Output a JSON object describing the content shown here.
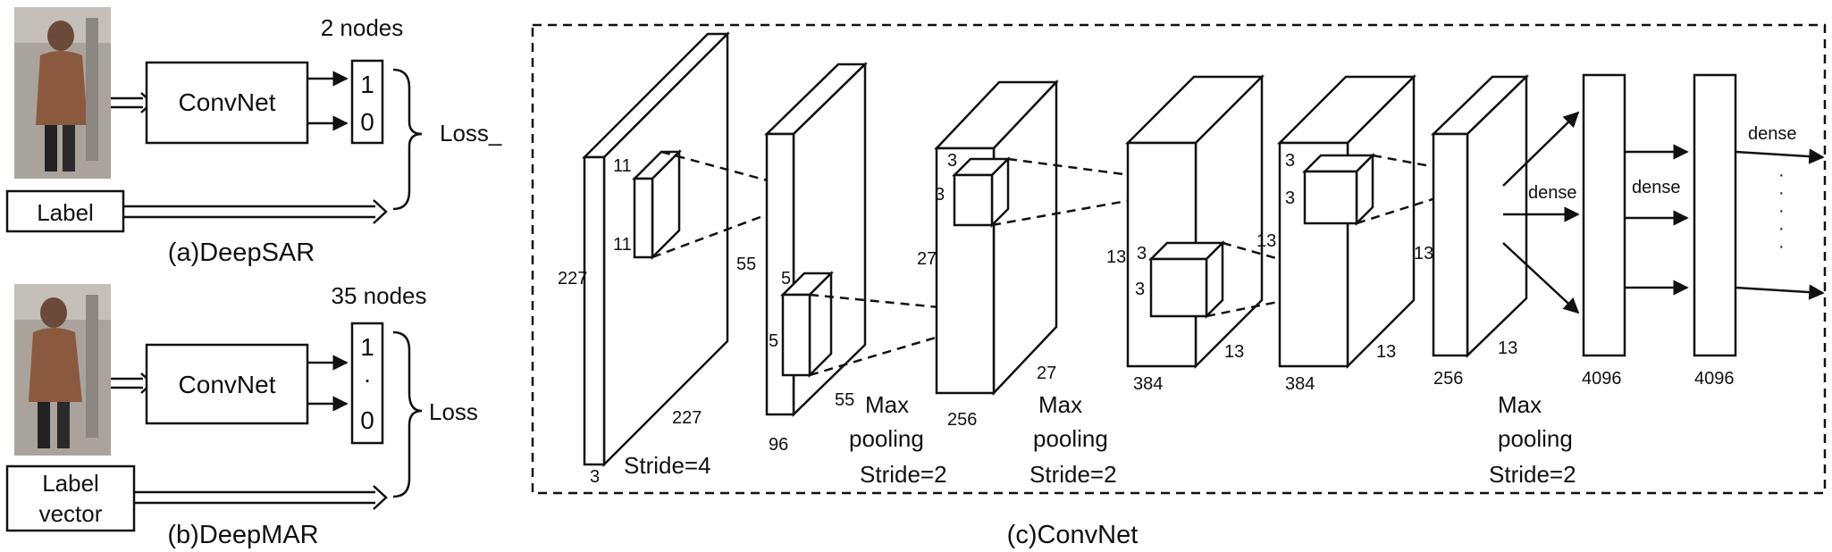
{
  "deepsar": {
    "nodes_label": "2 nodes",
    "convnet": "ConvNet",
    "out_top": "1",
    "out_bottom": "0",
    "loss": "Loss_",
    "label_box": "Label",
    "caption": "(a)DeepSAR"
  },
  "deepmar": {
    "nodes_label": "35 nodes",
    "convnet": "ConvNet",
    "out_top": "1",
    "out_mid": "·",
    "out_bottom": "0",
    "loss": "Loss",
    "label_line1": "Label",
    "label_line2": "vector",
    "caption": "(b)DeepMAR"
  },
  "convnet": {
    "caption": "(c)ConvNet",
    "input": {
      "h": "227",
      "w": "227",
      "d": "3",
      "k1": "11",
      "k2": "11"
    },
    "stride1": "Stride=4",
    "conv1": {
      "h": "55",
      "w": "55",
      "d": "96",
      "k1": "5",
      "k2": "5"
    },
    "pool1": {
      "l1": "Max",
      "l2": "pooling",
      "l3": "Stride=2"
    },
    "conv2": {
      "h": "27",
      "w": "27",
      "d": "256",
      "k1": "3",
      "k2": "3"
    },
    "pool2": {
      "l1": "Max",
      "l2": "pooling",
      "l3": "Stride=2"
    },
    "conv3": {
      "h": "13",
      "w": "13",
      "d": "384",
      "k1": "3",
      "k2": "3"
    },
    "conv4": {
      "h": "13",
      "w": "13",
      "d": "384",
      "k1": "3",
      "k2": "3"
    },
    "conv5": {
      "h": "13",
      "w": "13",
      "d": "256"
    },
    "pool3": {
      "l1": "Max",
      "l2": "pooling",
      "l3": "Stride=2"
    },
    "fc1": {
      "size": "4096",
      "arrow": "dense"
    },
    "fc2": {
      "size": "4096",
      "arrow": "dense"
    },
    "out_arrow": "dense",
    "dots": "·"
  }
}
